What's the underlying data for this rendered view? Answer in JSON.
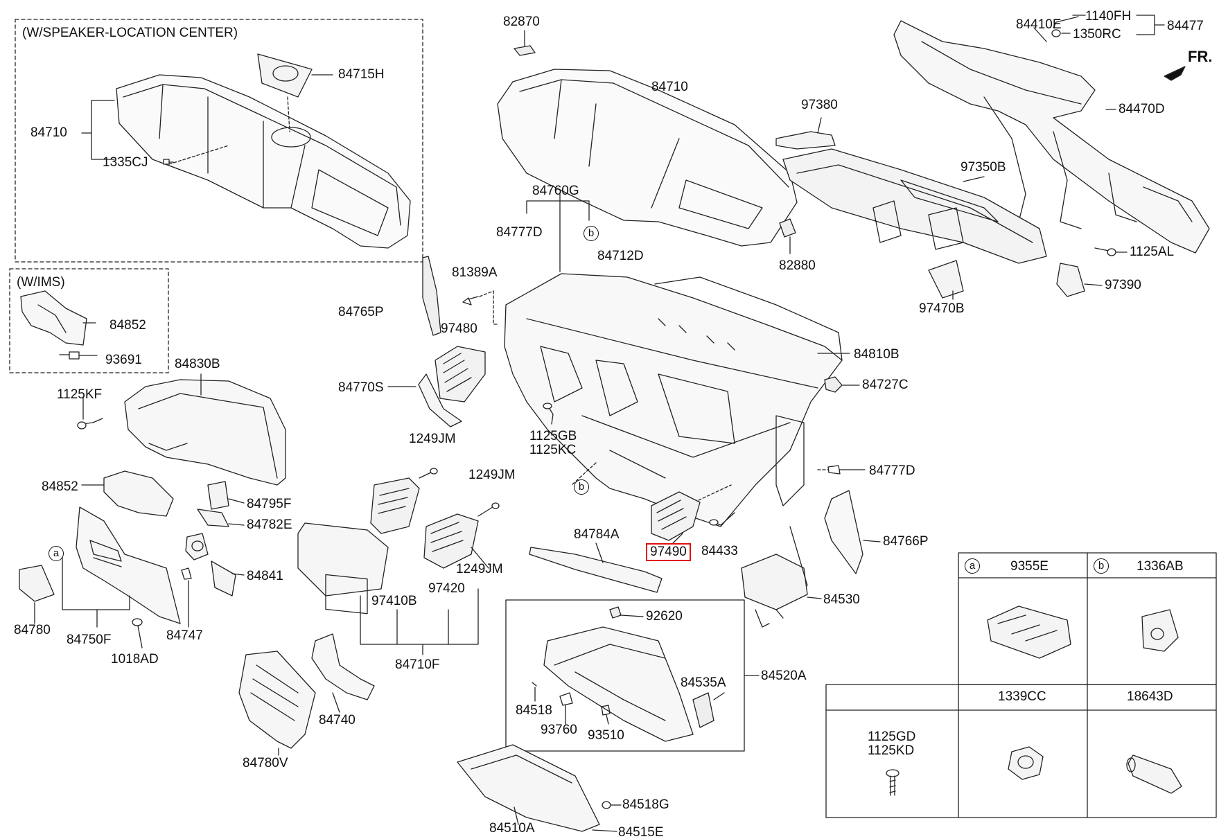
{
  "header_boxes": {
    "speaker_center": "(W/SPEAKER-LOCATION CENTER)",
    "ims": "(W/IMS)"
  },
  "direction": "FR.",
  "parts": {
    "p84715H": "84715H",
    "p84710_left": "84710",
    "p1335CJ": "1335CJ",
    "p84852_ims": "84852",
    "p93691": "93691",
    "p82870": "82870",
    "p84710_center": "84710",
    "p84760G": "84760G",
    "p84777D_top": "84777D",
    "p82880": "82880",
    "p84712D": "84712D",
    "p81389A": "81389A",
    "p84765P": "84765P",
    "p97480": "97480",
    "p84770S": "84770S",
    "p84830B": "84830B",
    "p1125KF": "1125KF",
    "p84852": "84852",
    "p84795F": "84795F",
    "p84782E": "84782E",
    "p84841": "84841",
    "p84780": "84780",
    "p84750F": "84750F",
    "p84747": "84747",
    "p1018AD": "1018AD",
    "p84780V": "84780V",
    "p84740": "84740",
    "p1249JM_a": "1249JM",
    "p1249JM_b": "1249JM",
    "p1249JM_c": "1249JM",
    "p97410B": "97410B",
    "p97420": "97420",
    "p84710F": "84710F",
    "p1125GB": "1125GB",
    "p1125KC": "1125KC",
    "p84784A": "84784A",
    "p97490": "97490",
    "p84433": "84433",
    "p84766P": "84766P",
    "p84530": "84530",
    "p84777D_right": "84777D",
    "p84727C": "84727C",
    "p84810B": "84810B",
    "p92620": "92620",
    "p84535A": "84535A",
    "p84520A": "84520A",
    "p84518": "84518",
    "p93760": "93760",
    "p93510": "93510",
    "p84518G": "84518G",
    "p84510A": "84510A",
    "p84515E": "84515E",
    "p84410E": "84410E",
    "p1140FH": "1140FH",
    "p1350RC": "1350RC",
    "p84477": "84477",
    "p84470D": "84470D",
    "p97380": "97380",
    "p97350B": "97350B",
    "p1125AL": "1125AL",
    "p97390": "97390",
    "p97470B": "97470B"
  },
  "callouts": {
    "a": "a",
    "b": "b"
  },
  "legend_table": {
    "a_symbol": "a",
    "a_part": "9355E",
    "b_symbol": "b",
    "b_part": "1336AB",
    "c_part": "1339CC",
    "d_part": "18643D",
    "bolt_1": "1125GD",
    "bolt_2": "1125KD"
  },
  "highlight_color": "#e01010"
}
